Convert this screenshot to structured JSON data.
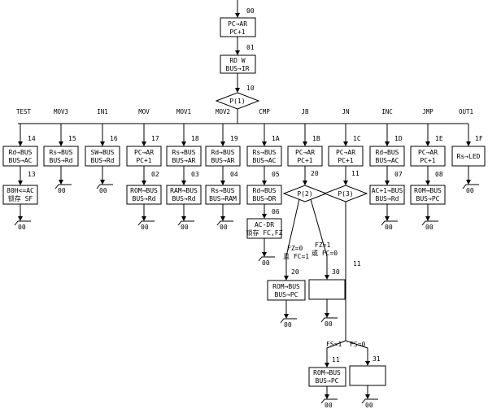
{
  "top": {
    "addr_00": "00",
    "box1": [
      "PC→AR",
      "PC+1"
    ],
    "addr_01": "01",
    "box2": [
      "RD W",
      "BUS→IR"
    ],
    "addr_10": "10",
    "decision": "P(1)"
  },
  "columns": [
    {
      "op": "TEST",
      "addr": "14",
      "box": [
        "Rd→BUS",
        "BUS→AC"
      ],
      "addr2": "13",
      "box2": [
        "80H<=AC",
        "锁存 SF"
      ],
      "end": "00"
    },
    {
      "op": "MOV3",
      "addr": "15",
      "box": [
        "Rs→BUS",
        "BUS→Rd"
      ],
      "end": "00"
    },
    {
      "op": "IN1",
      "addr": "16",
      "box": [
        "SW→BUS",
        "BUS→Rd"
      ],
      "end": "00"
    },
    {
      "op": "MOV",
      "addr": "17",
      "box": [
        "PC→AR",
        "PC+1"
      ],
      "addr2": "02",
      "box2": [
        "ROM→BUS",
        "BUS→Rd"
      ],
      "end": "00"
    },
    {
      "op": "MOV1",
      "addr": "18",
      "box": [
        "Rs→BUS",
        "BUS→AR"
      ],
      "addr2": "03",
      "box2": [
        "RAM→BUS",
        "BUS→Rd"
      ],
      "end": "00"
    },
    {
      "op": "MOV2",
      "addr": "19",
      "box": [
        "Rd→BUS",
        "BUS→AR"
      ],
      "addr2": "04",
      "box2": [
        "Rs→BUS",
        "BUS→RAM"
      ],
      "end": "00"
    },
    {
      "op": "CMP",
      "addr": "1A",
      "box": [
        "Rs→BUS",
        "BUS→AC"
      ],
      "addr2": "05",
      "box2": [
        "Rd→BUS",
        "BUS→DR"
      ],
      "addr3": "06",
      "box3": [
        "AC-DR",
        "锁存 FC,FZ"
      ],
      "end": "00"
    },
    {
      "op": "JB",
      "addr": "1B",
      "box": [
        "PC→AR",
        "PC+1"
      ],
      "addr2": "20"
    },
    {
      "op": "JN",
      "addr": "1C",
      "box": [
        "PC→AR",
        "PC+1"
      ],
      "addr2": "11"
    },
    {
      "op": "INC",
      "addr": "1D",
      "box": [
        "Rd→BUS",
        "BUS→AC"
      ],
      "addr2": "07",
      "box2": [
        "AC+1→BUS",
        "BUS→Rd"
      ],
      "end": "00"
    },
    {
      "op": "JMP",
      "addr": "1E",
      "box": [
        "PC→AR",
        "PC+1"
      ],
      "addr2": "08",
      "box2": [
        "ROM→BUS",
        "BUS→PC"
      ],
      "end": "00"
    },
    {
      "op": "OUT1",
      "addr": "1F",
      "box": [
        "Rs→LED"
      ],
      "end": "00"
    }
  ],
  "p2": {
    "decision": "P(2)",
    "left_cond": [
      "FZ=0",
      "且 FC=1"
    ],
    "right_cond": [
      "FZ=1",
      "或 FC=0"
    ],
    "left_addr": "20",
    "left_box": [
      "ROM→BUS",
      "BUS→PC"
    ],
    "right_addr": "30",
    "end_left": "00",
    "end_right": "00"
  },
  "p3": {
    "decision": "P(3)",
    "down_addr": "11",
    "left_cond": "FS=1",
    "right_cond": "FS=0",
    "left_addr": "11",
    "left_box": [
      "ROM→BUS",
      "BUS→PC"
    ],
    "right_addr": "31",
    "end_left": "00",
    "end_right": "00"
  }
}
